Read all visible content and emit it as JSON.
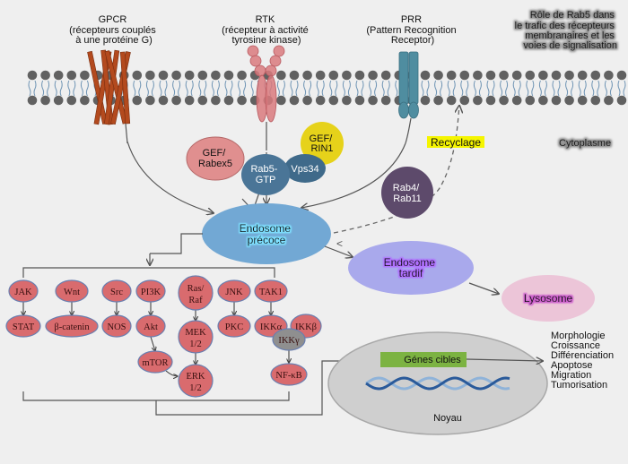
{
  "title": "Rôle de Rab5 dans le trafic des récepteurs membranaires et les voies de signalisation",
  "title_lines": [
    "Rôle de Rab5 dans",
    "le trafic des récepteurs",
    "membranaires et les",
    "voies de signalisation"
  ],
  "receptors": [
    {
      "id": "gpcr",
      "lines": [
        "GPCR",
        "(récepteurs couplés",
        "à une protéine G)"
      ]
    },
    {
      "id": "rtk",
      "lines": [
        "RTK",
        "(récepteur à activité",
        "tyrosine kinase)"
      ]
    },
    {
      "id": "prr",
      "lines": [
        "PRR",
        "(Pattern Recognition",
        "Receptor)"
      ]
    }
  ],
  "regions": {
    "cytoplasm": "Cytoplasme",
    "nucleus": "Noyau"
  },
  "complex": {
    "gef_rabex5": [
      "GEF/",
      "Rabex5"
    ],
    "gef_rin1": [
      "GEF/",
      "RIN1"
    ],
    "rab5_gtp": [
      "Rab5-",
      "GTP"
    ],
    "vps34": "Vps34"
  },
  "recycling": {
    "label": "Recyclage",
    "rab4_rab11": [
      "Rab4/",
      "Rab11"
    ]
  },
  "compartments": {
    "early_endosome": [
      "Endosome",
      "précoce"
    ],
    "late_endosome": [
      "Endosome",
      "tardif"
    ],
    "lysosome": "Lysosome"
  },
  "pathways": {
    "jak": "JAK",
    "stat": "STAT",
    "wnt": "Wnt",
    "beta_catenin": "β-catenin",
    "src": "Src",
    "nos": "NOS",
    "pi3k": "PI3K",
    "akt": "Akt",
    "mtor": "mTOR",
    "ras_raf": [
      "Ras/",
      "Raf"
    ],
    "mek": [
      "MEK",
      "1/2"
    ],
    "erk": [
      "ERK",
      "1/2"
    ],
    "jnk": "JNK",
    "pkc": "PKC",
    "tak1": "TAK1",
    "ikka": "IKKα",
    "ikkb": "IKKβ",
    "ikkg": "IKKγ",
    "nfkb": "NF-κB"
  },
  "nucleus": {
    "target_genes": "Génes cibles"
  },
  "outcomes": [
    "Morphologie",
    "Croissance",
    "Différenciation",
    "Apoptose",
    "Migration",
    "Tumorisation"
  ],
  "colors": {
    "background": "#efefef",
    "pathway_node": "#d96b6e",
    "rab5": "#3f6a8a",
    "endosome_early": "#72a8d4",
    "endosome_late": "#a9a9ec",
    "lysosome": "#ecc5d8",
    "rab4_rab11": "#5d4a6b",
    "gef_rin1": "#e6d21a",
    "gef_rabex5": "#e08f8f",
    "target_genes": "#7cb342",
    "nucleus": "#cfcfcf",
    "recycling_highlight": "#f5f500"
  }
}
